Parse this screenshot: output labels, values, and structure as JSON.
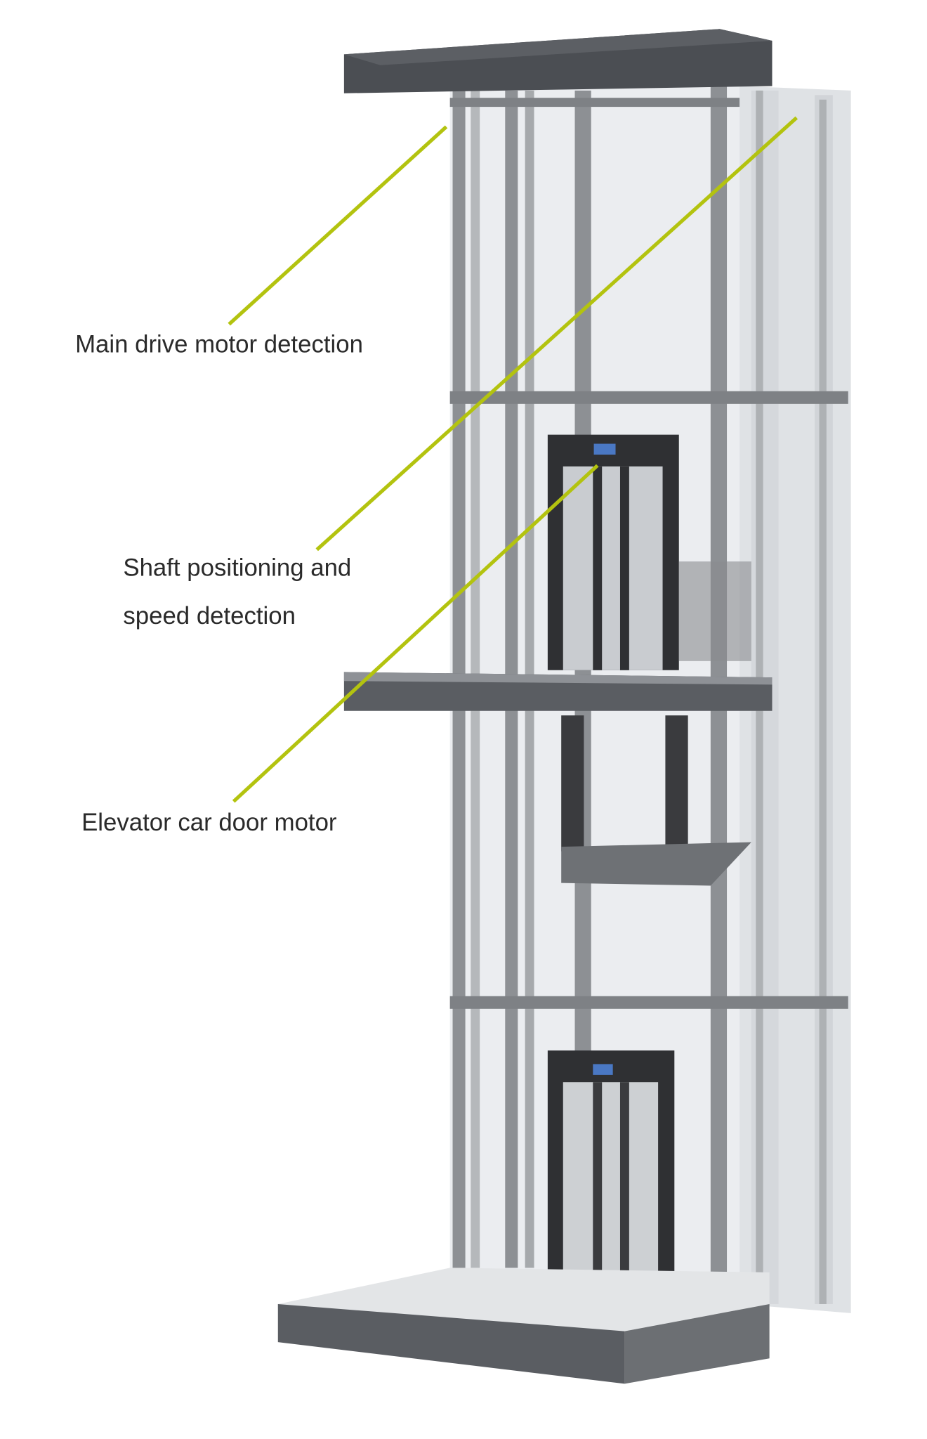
{
  "labels": {
    "main_drive": "Main drive motor detection",
    "shaft_line1": "Shaft positioning and",
    "shaft_line2": "speed detection",
    "door_motor": "Elevator car door motor"
  },
  "colors": {
    "callout_line": "#b3c30f",
    "slab": "#4b4e53",
    "frame": "#8a8d91",
    "glass": "#e4e7ea",
    "car": "#2f3033"
  }
}
